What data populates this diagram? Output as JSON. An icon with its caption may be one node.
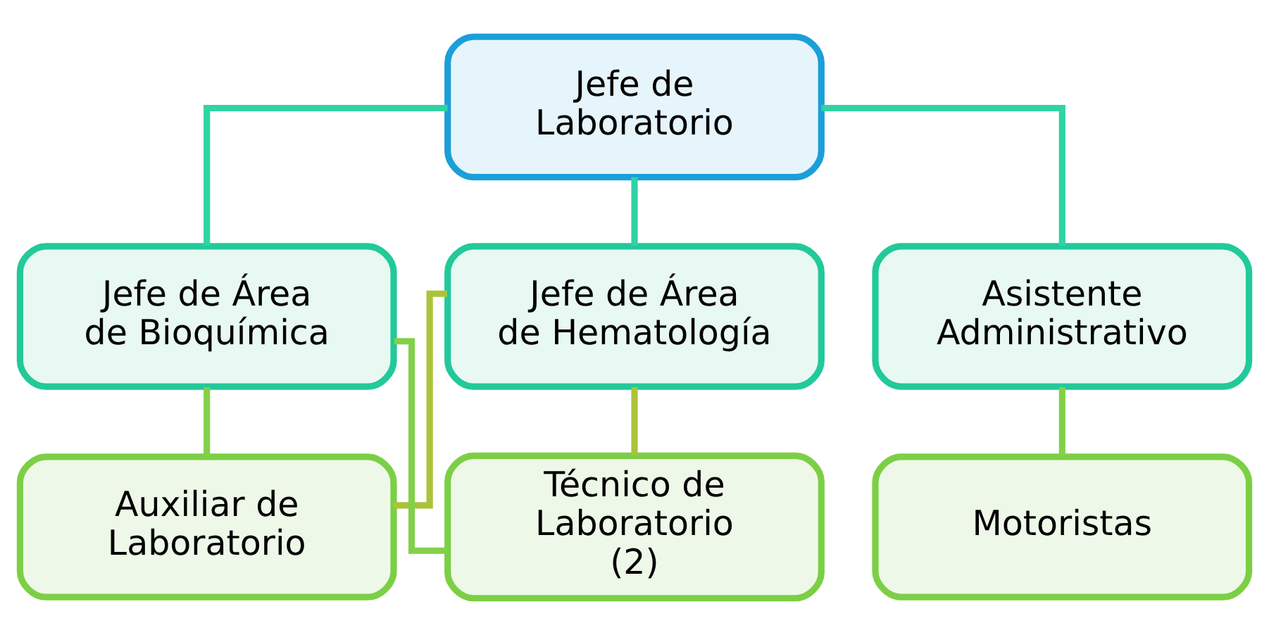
{
  "diagram": {
    "nodes": [
      {
        "text": [
          "Jefe de Laboratorio"
        ]
      },
      {
        "text": [
          "Jefe de Área de Hematología"
        ]
      },
      {
        "text": [
          "Jefe de Área de Bioquímica"
        ]
      },
      {
        "text": [
          "Asistente Administrativo"
        ]
      },
      {
        "text": [
          "Técnico de Laboratorio (2)"
        ]
      },
      {
        "text": [
          "Auxiliar de Laboratorio"
        ]
      },
      {
        "text": [
          "Motoristas"
        ]
      }
    ],
    "edges": [
      {
        "from": 0,
        "to": 1,
        "arrow": "none",
        "color": "#2fd3a4"
      },
      {
        "from": 0,
        "to": 2,
        "arrow": "none",
        "color": "#2fd3a4"
      },
      {
        "from": 0,
        "to": 3,
        "arrow": "none",
        "color": "#2fd3a4"
      },
      {
        "from": 1,
        "to": 4,
        "arrow": "none",
        "color": "#a9c43a"
      },
      {
        "from": 1,
        "to": 5,
        "arrow": "none",
        "color": "#a9c43a"
      },
      {
        "from": 2,
        "to": 4,
        "arrow": "none"
      },
      {
        "from": 2,
        "to": 5,
        "arrow": "none"
      },
      {
        "from": 3,
        "to": 6,
        "arrow": "none"
      }
    ]
  }
}
